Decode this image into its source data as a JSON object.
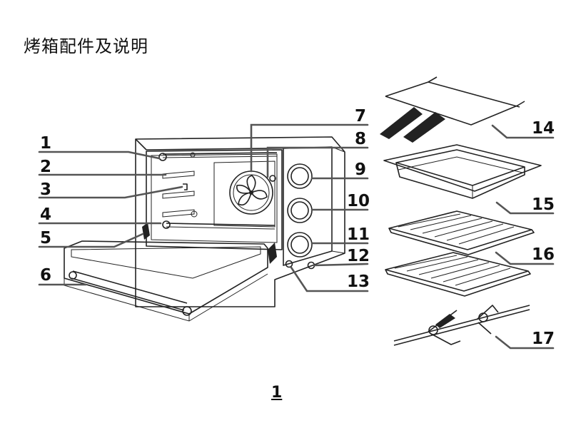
{
  "page": {
    "title": "烤箱配件及说明",
    "page_number": "1"
  },
  "callouts": [
    {
      "number": "1",
      "part": "upper-heating-element"
    },
    {
      "number": "2",
      "part": "rack-guide"
    },
    {
      "number": "3",
      "part": "rack-support-hook"
    },
    {
      "number": "4",
      "part": "lower-heating-element"
    },
    {
      "number": "5",
      "part": "door"
    },
    {
      "number": "6",
      "part": "door-handle"
    },
    {
      "number": "7",
      "part": "convection-fan"
    },
    {
      "number": "8",
      "part": "oven-lamp"
    },
    {
      "number": "9",
      "part": "temperature-knob"
    },
    {
      "number": "10",
      "part": "function-knob"
    },
    {
      "number": "11",
      "part": "timer-knob"
    },
    {
      "number": "12",
      "part": "indicator-light"
    },
    {
      "number": "13",
      "part": "indicator-light"
    },
    {
      "number": "14",
      "part": "tray-handle"
    },
    {
      "number": "15",
      "part": "baking-tray"
    },
    {
      "number": "16",
      "part": "wire-racks"
    },
    {
      "number": "17",
      "part": "rotisserie-spit"
    }
  ]
}
